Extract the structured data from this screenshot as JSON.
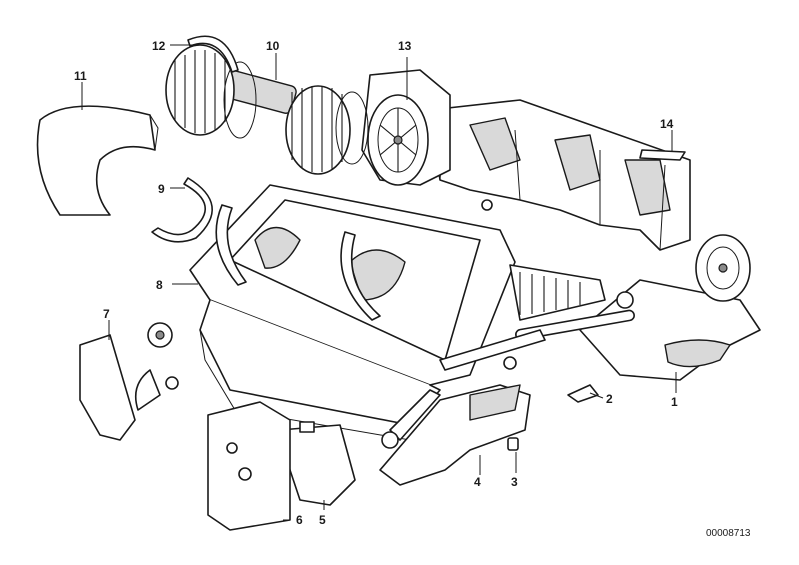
{
  "diagram": {
    "reference_number": "00008713",
    "callouts": [
      {
        "id": "1",
        "label": "1"
      },
      {
        "id": "2",
        "label": "2"
      },
      {
        "id": "3",
        "label": "3"
      },
      {
        "id": "4",
        "label": "4"
      },
      {
        "id": "5",
        "label": "5"
      },
      {
        "id": "6",
        "label": "6"
      },
      {
        "id": "7",
        "label": "7"
      },
      {
        "id": "8",
        "label": "8"
      },
      {
        "id": "9",
        "label": "9"
      },
      {
        "id": "10",
        "label": "10"
      },
      {
        "id": "11",
        "label": "11"
      },
      {
        "id": "12",
        "label": "12"
      },
      {
        "id": "13",
        "label": "13"
      },
      {
        "id": "14",
        "label": "14"
      }
    ]
  }
}
